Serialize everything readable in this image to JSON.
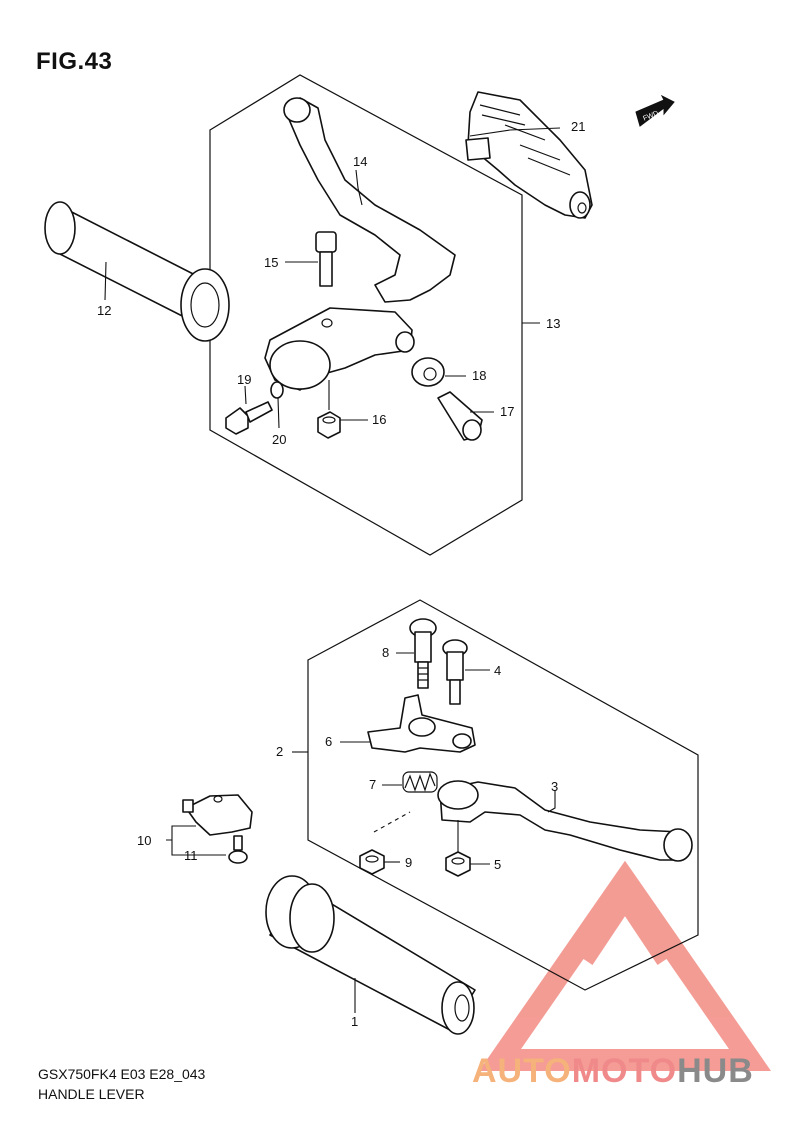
{
  "figure": {
    "title": "FIG.43",
    "model_code": "GSX750FK4 E03 E28_043",
    "section_name": "HANDLE LEVER"
  },
  "direction_badge": "FWD",
  "watermark": {
    "brand_part1": "AUTO",
    "brand_part2": "MOTO",
    "brand_part3": "HUB",
    "colors": {
      "auto": "#f5b27a",
      "moto": "#f08a8a",
      "hub": "#8a8a8a",
      "triangle": "#f28b82"
    }
  },
  "callouts": {
    "c1": "1",
    "c2": "2",
    "c3": "3",
    "c4": "4",
    "c5": "5",
    "c6": "6",
    "c7": "7",
    "c8": "8",
    "c9": "9",
    "c10": "10",
    "c11": "11",
    "c12": "12",
    "c13": "13",
    "c14": "14",
    "c15": "15",
    "c16": "16",
    "c17": "17",
    "c18": "18",
    "c19": "19",
    "c20": "20",
    "c21": "21"
  }
}
